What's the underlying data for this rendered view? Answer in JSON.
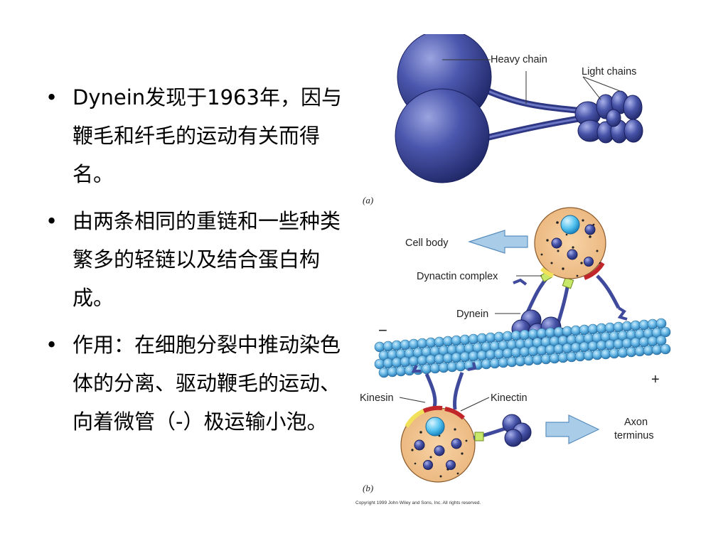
{
  "bullets": [
    "Dynein发现于1963年，因与鞭毛和纤毛的运动有关而得名。",
    "由两条相同的重链和一些种类繁多的轻链以及结合蛋白构成。",
    "作用：在细胞分裂中推动染色体的分离、驱动鞭毛的运动、向着微管（-）极运输小泡。"
  ],
  "bullet_symbol": "•",
  "figure": {
    "a": {
      "heavy_chain": "Heavy chain",
      "light_chains": "Light chains",
      "panel": "(a)"
    },
    "b": {
      "cell_body": "Cell body",
      "dynactin_complex": "Dynactin complex",
      "dynein": "Dynein",
      "minus": "−",
      "plus": "+",
      "kinesin": "Kinesin",
      "kinectin": "Kinectin",
      "axon": "Axon",
      "terminus": "terminus",
      "panel": "(b)"
    },
    "copyright": "Copyright 1999 John Wiley and Sons, Inc. All rights reserved."
  },
  "colors": {
    "motor_blue": "#3f4a9c",
    "vesicle_fill": "#f2c48e",
    "microtubule": "#5aaede",
    "arrow_fill": "#a9cde9"
  }
}
